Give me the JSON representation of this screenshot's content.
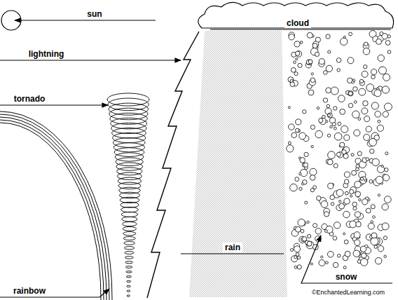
{
  "diagram": {
    "labels": [
      "sun",
      "cloud",
      "lightning",
      "tornado",
      "rain",
      "rainbow",
      "snow",
      "©EnchantedLearning.com"
    ]
  }
}
